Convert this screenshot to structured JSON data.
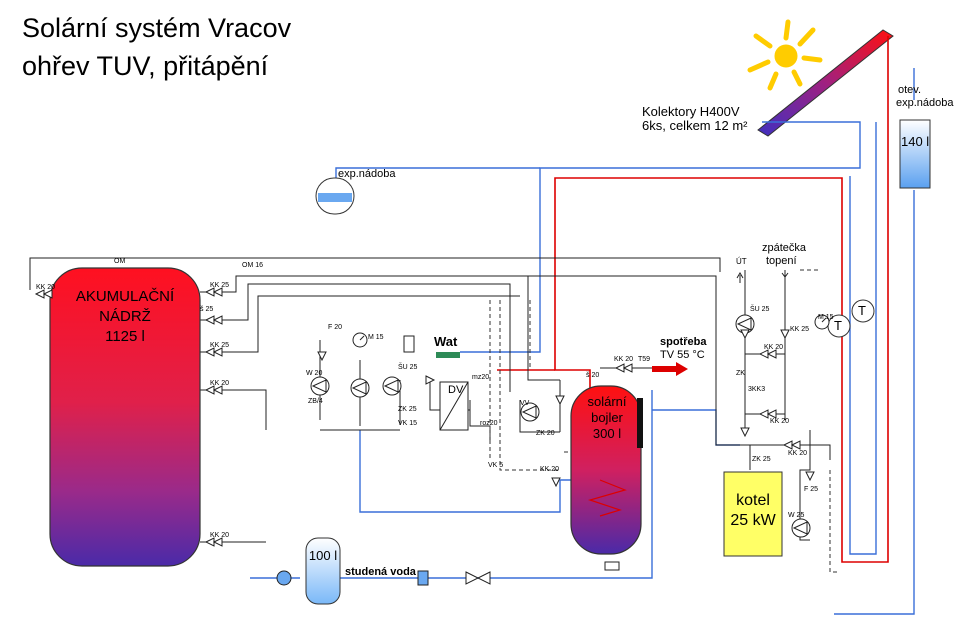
{
  "title": {
    "line1": "Solární systém Vracov",
    "line2": "ohřev TUV, přitápění"
  },
  "collectors": {
    "line1": "Kolektory H400V",
    "line2": "6ks, celkem 12 m²"
  },
  "open_expansion": {
    "line1": "otev.",
    "line2": "exp.nádoba",
    "volume": "140 l"
  },
  "expansion_vessel": "exp.nádoba",
  "accumulation_tank": {
    "line1": "AKUMULAČNÍ",
    "line2": "NÁDRŽ",
    "line3": "1125 l"
  },
  "solar_boiler": {
    "line1": "solární",
    "line2": "bojler",
    "line3": "300 l"
  },
  "boiler": {
    "line1": "kotel",
    "line2": "25 kW"
  },
  "cold_tank": "100 l",
  "cold_water": "studená voda",
  "consumption": {
    "line1": "spotřeba",
    "line2": "TV 55 °C"
  },
  "wat": "Wat",
  "dv": "DV",
  "ut": "ÚT",
  "return_heating": {
    "line1": "zpátečka",
    "line2": "topení"
  },
  "thermometer": "T",
  "small_labels": {
    "om_top": "OM",
    "om16": "OM 16",
    "kk20": "KK 20",
    "kk25": "KK 25",
    "s25": "š 25",
    "s20": "š 20",
    "f20": "F 20",
    "m15": "M 15",
    "su25": "ŠU 25",
    "w20": "W 20",
    "zk25": "ZK 25",
    "zk20": "ZK 20",
    "vk15": "VK 15",
    "zb25": "ZB/4",
    "mz20": "mz20",
    "roz20": "roz20",
    "vk5": "VK 5",
    "t59": "T59",
    "kk3": "3KK3",
    "kk20b": "KK 20",
    "f25": "F 25",
    "w25": "W 25",
    "vv": "VV",
    "zk": "ZK"
  },
  "colors": {
    "supply": "#dd0000",
    "return": "#3a6fd8",
    "water_green": "#2e8b57",
    "boiler_yellow": "#ffff66"
  }
}
